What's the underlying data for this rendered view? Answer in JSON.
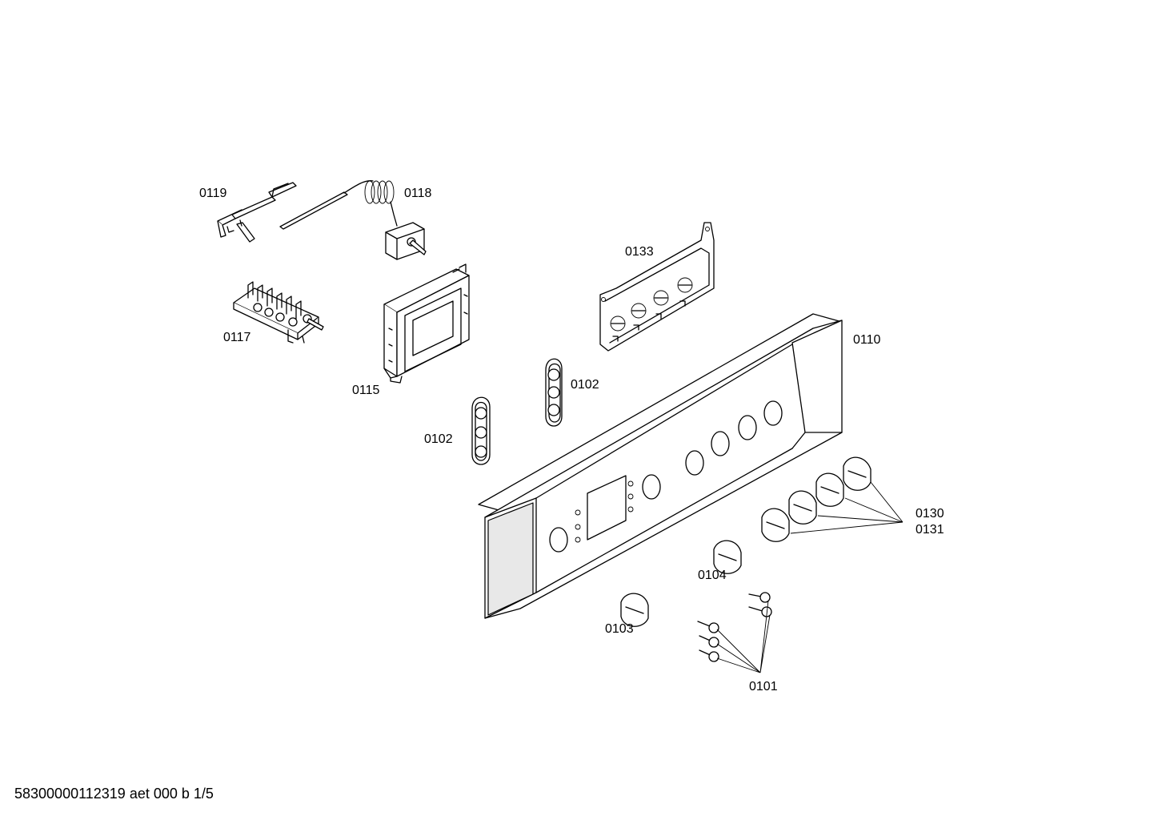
{
  "labels": {
    "p0119": "0119",
    "p0118": "0118",
    "p0117": "0117",
    "p0115": "0115",
    "p0133": "0133",
    "p0110": "0110",
    "p0102a": "0102",
    "p0102b": "0102",
    "p0130": "0130",
    "p0131": "0131",
    "p0104": "0104",
    "p0103": "0103",
    "p0101": "0101"
  },
  "footer": "58300000112319 aet 000 b 1/5"
}
